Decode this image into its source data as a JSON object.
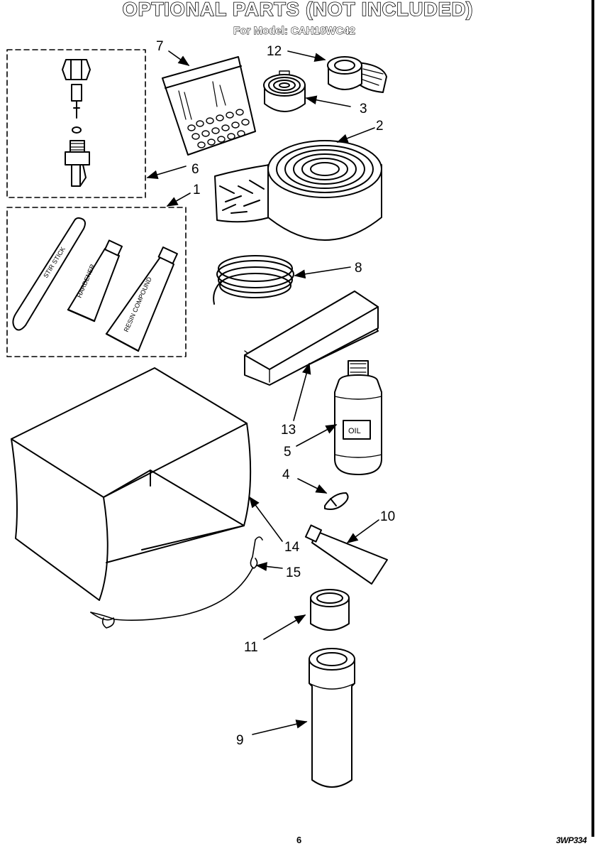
{
  "header": {
    "title": "OPTIONAL PARTS (NOT INCLUDED)",
    "subtitle": "For Model: CAH18WC42"
  },
  "footer": {
    "page_number": "6",
    "doc_code": "3WP334"
  },
  "callouts": [
    {
      "id": "1",
      "label": "1"
    },
    {
      "id": "2",
      "label": "2"
    },
    {
      "id": "3",
      "label": "3"
    },
    {
      "id": "4",
      "label": "4"
    },
    {
      "id": "5",
      "label": "5"
    },
    {
      "id": "6",
      "label": "6"
    },
    {
      "id": "7",
      "label": "7"
    },
    {
      "id": "8",
      "label": "8"
    },
    {
      "id": "9",
      "label": "9"
    },
    {
      "id": "10",
      "label": "10"
    },
    {
      "id": "11",
      "label": "11"
    },
    {
      "id": "12",
      "label": "12"
    },
    {
      "id": "13",
      "label": "13"
    },
    {
      "id": "14",
      "label": "14"
    },
    {
      "id": "15",
      "label": "15"
    }
  ],
  "part_labels": {
    "stick": "STIR STICK",
    "hardener": "HARDENER",
    "resin": "RESIN COMPOUND",
    "oil": "OIL"
  }
}
